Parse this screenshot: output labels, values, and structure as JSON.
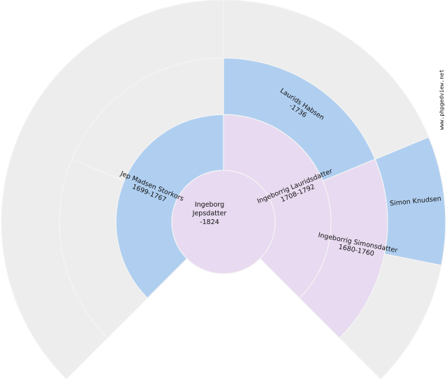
{
  "chart_data": {
    "type": "fan",
    "title": "",
    "center": [
      320,
      318
    ],
    "start_angle_deg": -135,
    "end_angle_deg": 135,
    "ring_radii": [
      74,
      154,
      235,
      318
    ],
    "colors": {
      "empty": "#ededed",
      "male": "#b0cff0",
      "female": "#e8daf0"
    },
    "root": {
      "name": "Ingeborg Jepsdatter",
      "lines": [
        "Ingeborg",
        "Jepsdatter",
        "-1824"
      ],
      "sex": "female"
    },
    "segments": [
      {
        "gen": 1,
        "start": -135,
        "end": 0,
        "sex": "male",
        "name": "Jep Madsen Storkors",
        "lines": [
          "Jep Madsen Storkors",
          "1699-1767"
        ]
      },
      {
        "gen": 1,
        "start": 0,
        "end": 135,
        "sex": "female",
        "name": "Ingeborrig Lauridsdatter",
        "lines": [
          "Ingeborrig Lauridsdatter",
          "1708-1792"
        ]
      },
      {
        "gen": 2,
        "start": -135,
        "end": -67.5,
        "sex": "empty",
        "lines": []
      },
      {
        "gen": 2,
        "start": -67.5,
        "end": 0,
        "sex": "empty",
        "lines": []
      },
      {
        "gen": 2,
        "start": 0,
        "end": 67.5,
        "sex": "male",
        "name": "Laurids Habsen",
        "lines": [
          "Laurids Habsen",
          "-1736"
        ]
      },
      {
        "gen": 2,
        "start": 67.5,
        "end": 135,
        "sex": "female",
        "name": "Ingeborrig Simonsdatter",
        "lines": [
          "Ingeborrig Simonsdatter",
          "1680-1760"
        ]
      },
      {
        "gen": 3,
        "start": -135,
        "end": 0,
        "sex": "empty",
        "lines": []
      },
      {
        "gen": 3,
        "start": 0,
        "end": 67.5,
        "sex": "empty",
        "lines": []
      },
      {
        "gen": 3,
        "start": 67.5,
        "end": 101.25,
        "sex": "male",
        "name": "Simon Knudsen",
        "lines": [
          "Simon Knudsen"
        ]
      },
      {
        "gen": 3,
        "start": 101.25,
        "end": 135,
        "sex": "empty",
        "lines": []
      }
    ]
  },
  "watermark": "www.phpgedview.net"
}
